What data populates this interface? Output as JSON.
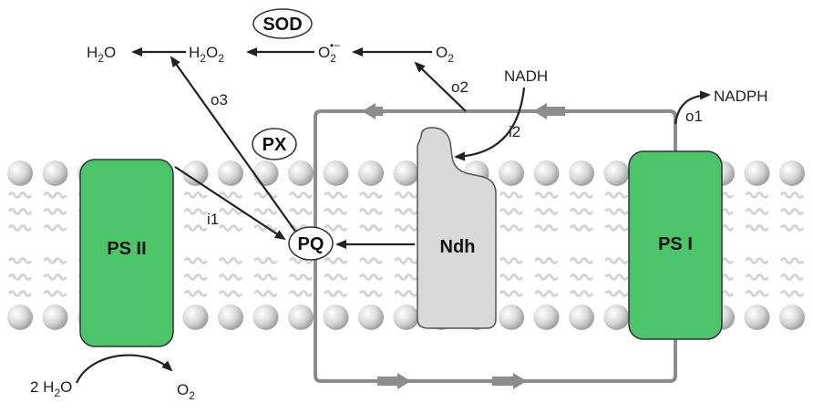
{
  "labels": {
    "ps2": "PS II",
    "ps1": "PS I",
    "ndh": "Ndh",
    "pq": "PQ",
    "px": "PX",
    "sod": "SOD",
    "nadh": "NADH",
    "nadph": "NADPH",
    "i1": "i1",
    "i2": "i2",
    "o1": "o1",
    "o2": "o2",
    "o3": "o3"
  },
  "species": {
    "h2o_top": {
      "main": "H",
      "sub": "2",
      "tail": "O"
    },
    "h2o2": {
      "h": "H",
      "sub1": "2",
      "o": "O",
      "sub2": "2"
    },
    "superoxide": {
      "main": "O",
      "sub": "2",
      "sup": "•−"
    },
    "o2_top": {
      "main": "O",
      "sub": "2"
    },
    "water_bottom": {
      "coef": "2 H",
      "sub": "2",
      "tail": "O"
    },
    "o2_bottom": {
      "main": "O",
      "sub": "2"
    }
  },
  "colors": {
    "photosystem": "#4cc46a",
    "ndh": "#d9d9d9",
    "cycle_line": "#8c8c8c",
    "arrow": "#222222",
    "lipid_head": "#cfcfcf",
    "lipid_tail": "#d4d4d4"
  }
}
